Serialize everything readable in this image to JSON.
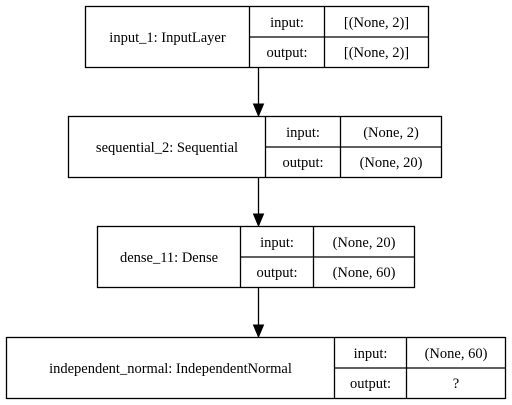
{
  "nodes": [
    {
      "name": "input_1: InputLayer",
      "input_label": "input:",
      "output_label": "output:",
      "input_shape": "[(None, 2)]",
      "output_shape": "[(None, 2)]"
    },
    {
      "name": "sequential_2: Sequential",
      "input_label": "input:",
      "output_label": "output:",
      "input_shape": "(None, 2)",
      "output_shape": "(None, 20)"
    },
    {
      "name": "dense_11: Dense",
      "input_label": "input:",
      "output_label": "output:",
      "input_shape": "(None, 20)",
      "output_shape": "(None, 60)"
    },
    {
      "name": "independent_normal: IndependentNormal",
      "input_label": "input:",
      "output_label": "output:",
      "input_shape": "(None, 60)",
      "output_shape": "?"
    }
  ],
  "edges": [
    {
      "from": 0,
      "to": 1
    },
    {
      "from": 1,
      "to": 2
    },
    {
      "from": 2,
      "to": 3
    }
  ]
}
